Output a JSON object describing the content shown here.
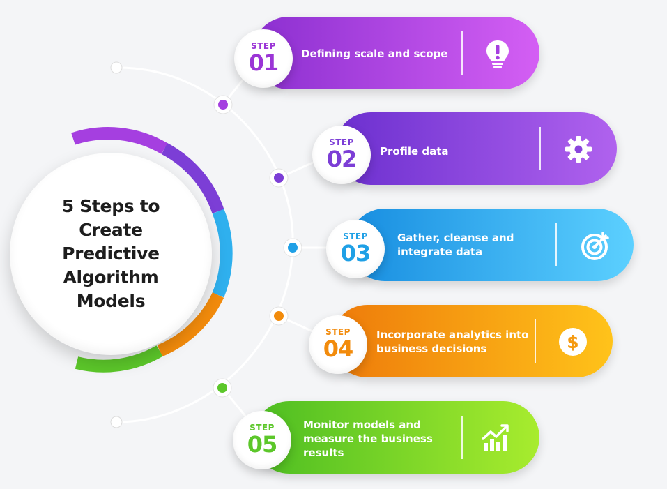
{
  "title": "5 Steps to Create Predictive Algorithm Models",
  "steps": [
    {
      "label": "STEP",
      "number": "01",
      "text": "Defining scale and scope",
      "icon": "lightbulb-icon",
      "color": "#9b35d6"
    },
    {
      "label": "STEP",
      "number": "02",
      "text": "Profile data",
      "icon": "gear-icon",
      "color": "#7c3ed6"
    },
    {
      "label": "STEP",
      "number": "03",
      "text": "Gather, cleanse and integrate data",
      "icon": "target-icon",
      "color": "#1fa0e6"
    },
    {
      "label": "STEP",
      "number": "04",
      "text": "Incorporate analytics into business decisions",
      "icon": "dollar-icon",
      "color": "#f28b0c"
    },
    {
      "label": "STEP",
      "number": "05",
      "text": "Monitor models and measure the business results",
      "icon": "growth-chart-icon",
      "color": "#5cc72a"
    }
  ]
}
